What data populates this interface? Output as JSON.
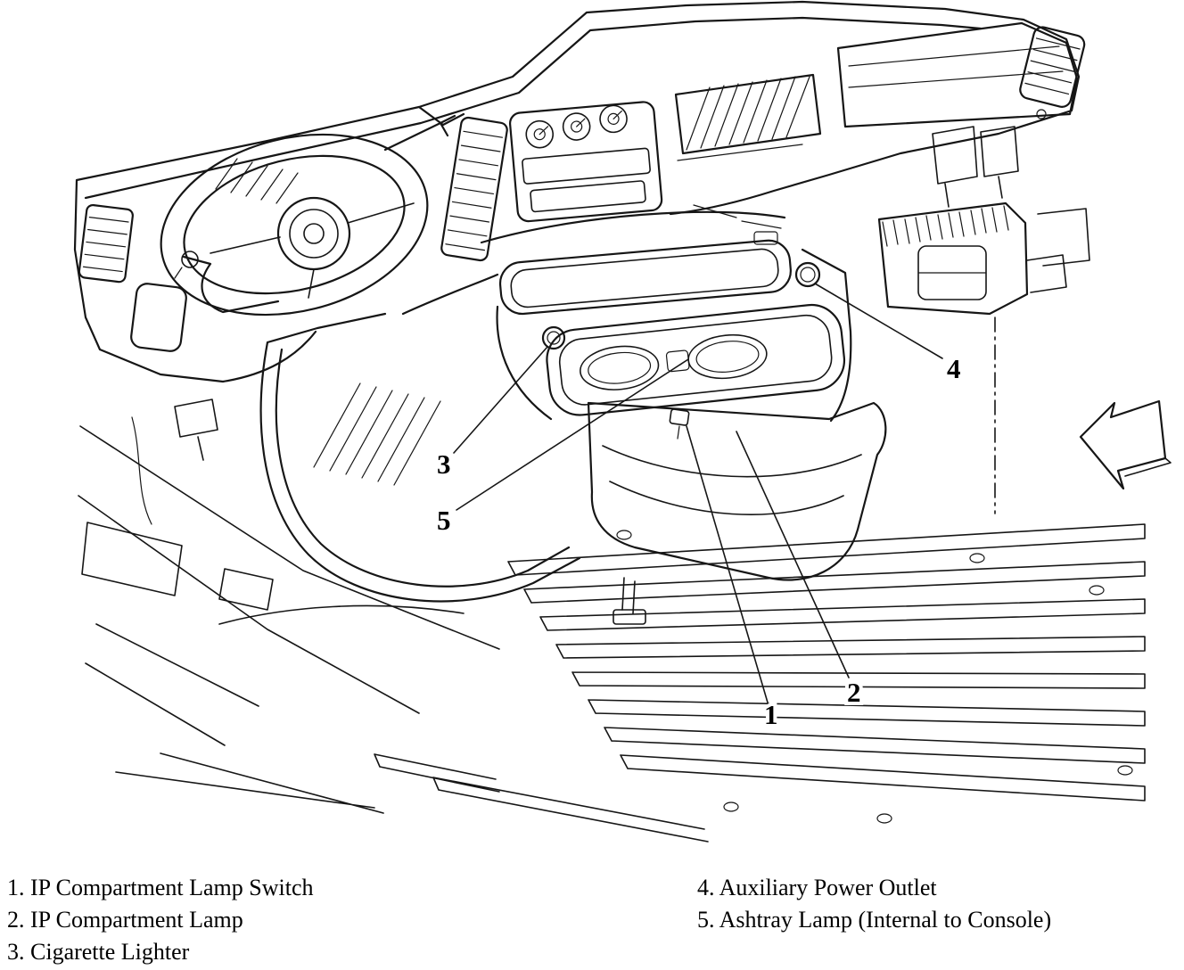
{
  "figure": {
    "callouts": [
      {
        "number": "1"
      },
      {
        "number": "2"
      },
      {
        "number": "3"
      },
      {
        "number": "4"
      },
      {
        "number": "5"
      }
    ]
  },
  "legend": {
    "left": [
      "1. IP Compartment Lamp Switch",
      "2. IP Compartment Lamp",
      "3. Cigarette Lighter"
    ],
    "right": [
      "4. Auxiliary Power Outlet",
      "5. Ashtray Lamp (Internal to Console)"
    ]
  }
}
